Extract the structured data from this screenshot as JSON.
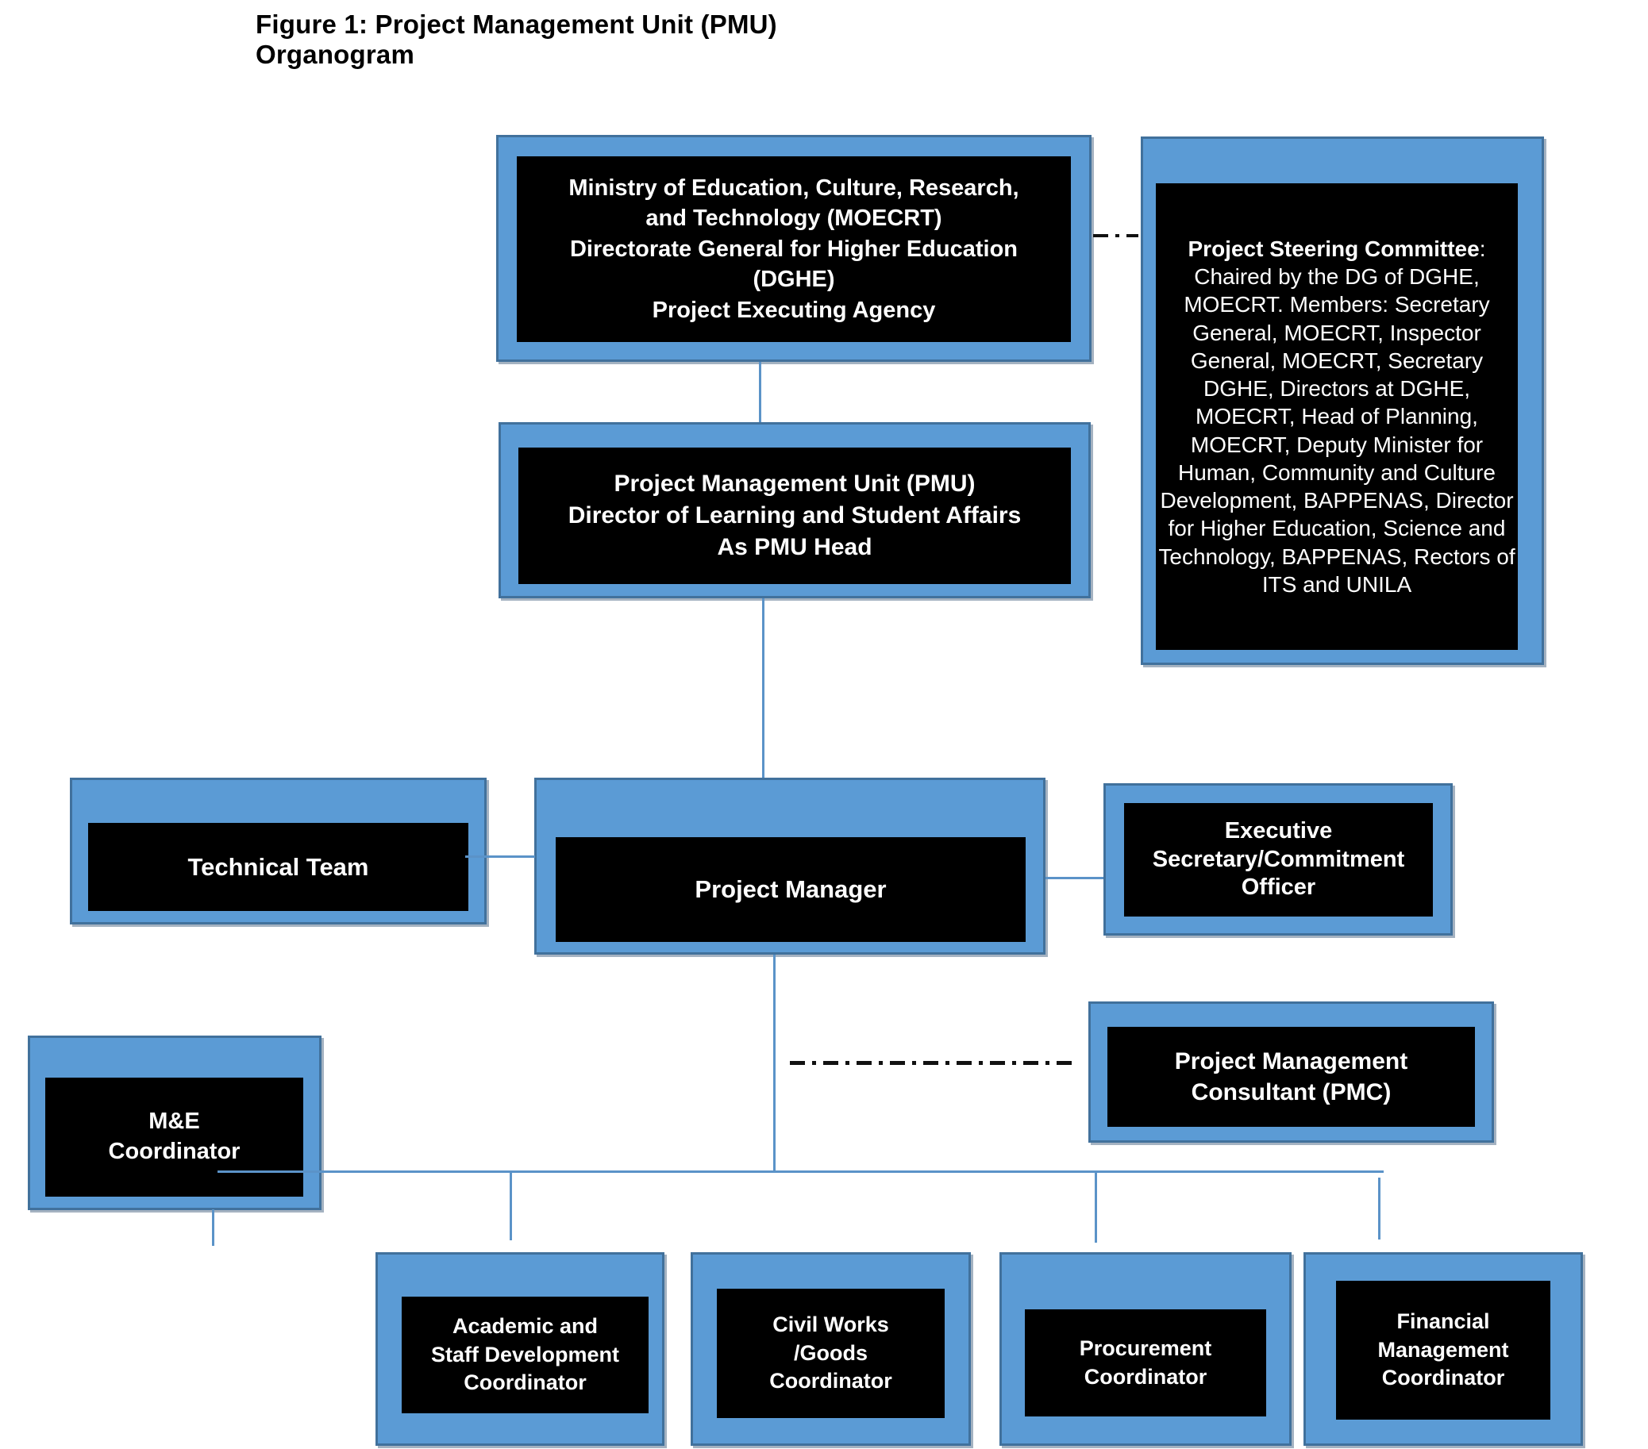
{
  "title": "Figure 1: Project Management Unit (PMU) Organogram",
  "colors": {
    "frame_fill": "#5B9BD5",
    "frame_border": "#41719C",
    "node_fill": "#000000",
    "node_text": "#FFFFFF",
    "connector": "#5B93C8",
    "dash_connector": "#111111"
  },
  "nodes": {
    "moecrt": {
      "text": "Ministry of Education, Culture, Research,\nand Technology (MOECRT)\nDirectorate General for Higher Education\n(DGHE)\nProject Executing Agency"
    },
    "steering": {
      "heading": "Project Steering Committee",
      "body": ": Chaired by the DG of DGHE, MOECRT. Members: Secretary General, MOECRT, Inspector General, MOECRT, Secretary DGHE, Directors at DGHE, MOECRT, Head of Planning, MOECRT, Deputy Minister for Human, Community and Culture Development, BAPPENAS, Director for Higher Education, Science and Technology, BAPPENAS, Rectors of ITS and UNILA"
    },
    "pmu": {
      "text": "Project Management Unit (PMU)\nDirector of Learning and Student Affairs\nAs PMU Head"
    },
    "technical": {
      "text": "Technical Team"
    },
    "pm": {
      "text": "Project Manager"
    },
    "execsec": {
      "text": "Executive\nSecretary/Commitment\nOfficer"
    },
    "pmc": {
      "text": "Project Management\nConsultant (PMC)"
    },
    "me": {
      "text": "M&E\nCoordinator"
    },
    "academic": {
      "text": "Academic and\nStaff Development\nCoordinator"
    },
    "civil": {
      "text": "Civil Works\n/Goods\nCoordinator"
    },
    "procurement": {
      "text": "Procurement\nCoordinator"
    },
    "financial": {
      "text": "Financial\nManagement\nCoordinator"
    }
  }
}
